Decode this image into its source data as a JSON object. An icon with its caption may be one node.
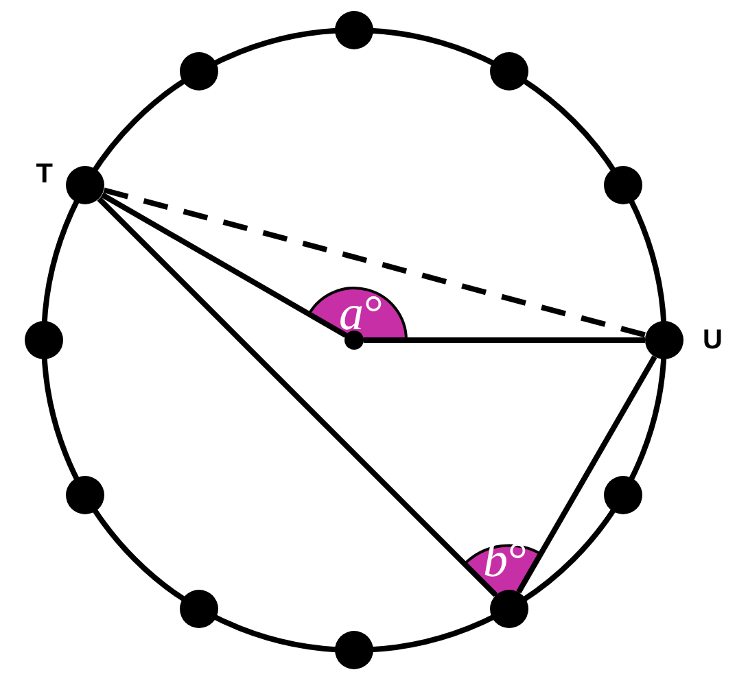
{
  "diagram": {
    "nodes": [
      {
        "text": [],
        "shape": "circle"
      },
      {
        "text": [],
        "shape": "circle"
      },
      {
        "text": [],
        "shape": "circle"
      },
      {
        "text": [],
        "shape": "circle",
        "beside": [
          "T"
        ]
      },
      {
        "text": [],
        "shape": "circle"
      },
      {
        "text": [],
        "shape": "circle"
      },
      {
        "text": [],
        "shape": "circle"
      },
      {
        "text": [],
        "shape": "circle",
        "beside": [
          "U"
        ]
      },
      {
        "text": [],
        "shape": "circle"
      },
      {
        "text": [],
        "shape": "circle"
      },
      {
        "text": [],
        "shape": "circle"
      },
      {
        "text": [],
        "shape": "circle"
      },
      {
        "text": [],
        "shape": "circle"
      }
    ],
    "edges": [
      {
        "from": 3,
        "to": 6,
        "arrow": "none"
      },
      {
        "from": 6,
        "to": 7,
        "arrow": "none"
      },
      {
        "from": 3,
        "to": 7,
        "arrow": "none",
        "style": "dashed"
      },
      {
        "from": 3,
        "to": 11,
        "arrow": "none"
      },
      {
        "from": 11,
        "to": 7,
        "arrow": "none"
      }
    ],
    "labels": [
      "*a*°",
      "*b*°"
    ]
  }
}
